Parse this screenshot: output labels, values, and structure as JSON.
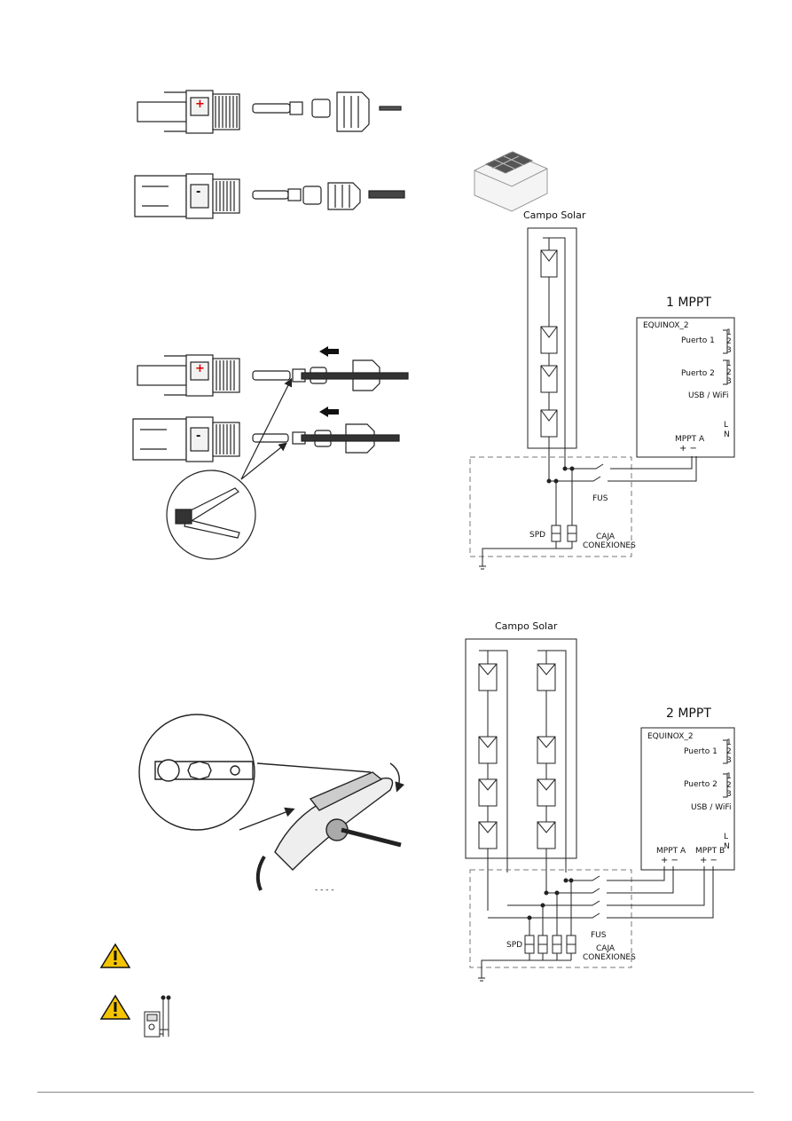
{
  "connector_labels": {
    "positive_symbol": "+",
    "negative_symbol": "-"
  },
  "spanner": {
    "dashes": "- - - -"
  },
  "diagram1": {
    "field_title": "Campo Solar",
    "mppt_title": "1 MPPT",
    "device_name": "EQUINOX_2",
    "puerto1": "Puerto 1",
    "puerto2": "Puerto 2",
    "port_numbers": [
      "1",
      "2",
      "3"
    ],
    "usb": "USB / WiFi",
    "l": "L",
    "n": "N",
    "mppt_a": "MPPT A",
    "mppt_a_pol": "+ −",
    "fus": "FUS",
    "spd": "SPD",
    "caja1": "CAJA",
    "caja2": "CONEXIONES"
  },
  "diagram2": {
    "field_title": "Campo Solar",
    "mppt_title": "2 MPPT",
    "device_name": "EQUINOX_2",
    "puerto1": "Puerto 1",
    "puerto2": "Puerto 2",
    "port_numbers": [
      "1",
      "2",
      "3"
    ],
    "usb": "USB / WiFi",
    "l": "L",
    "n": "N",
    "mppt_a": "MPPT A",
    "mppt_b": "MPPT B",
    "mppt_pol": "+ −",
    "fus": "FUS",
    "spd": "SPD",
    "caja1": "CAJA",
    "caja2": "CONEXIONES"
  },
  "icons": [
    "warning-icon",
    "multimeter-icon",
    "solar-house-icon",
    "crimping-tool-icon",
    "spanner-icon"
  ]
}
